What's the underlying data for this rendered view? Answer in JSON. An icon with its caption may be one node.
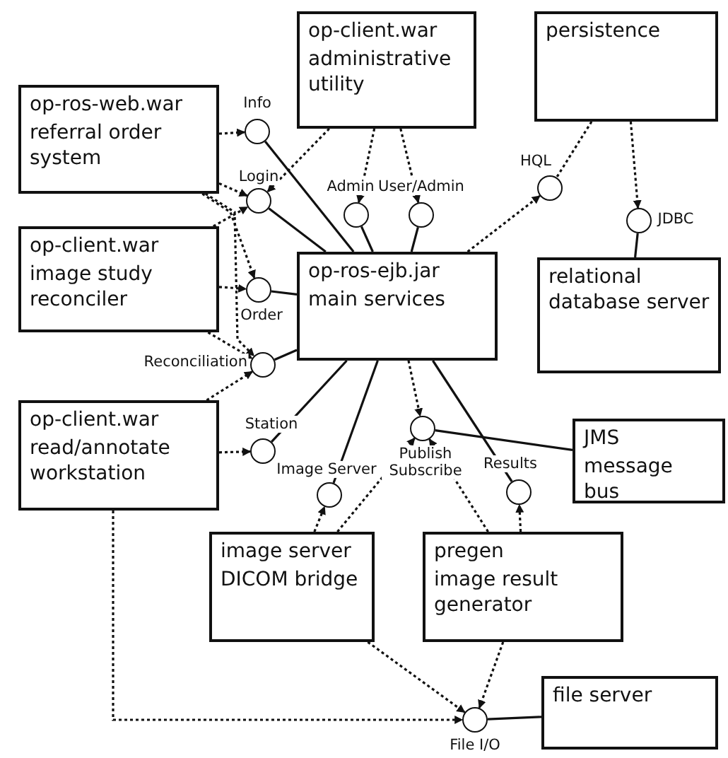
{
  "diagram": {
    "nodes": [
      {
        "text": [
          "op-ros-web.war",
          "referral order system"
        ]
      },
      {
        "text": [
          "op-client.war",
          "administrative utility"
        ]
      },
      {
        "text": [
          "persistence"
        ]
      },
      {
        "text": [
          "op-client.war",
          "image study reconciler"
        ]
      },
      {
        "text": [
          "op-ros-ejb.jar",
          "main services"
        ]
      },
      {
        "text": [
          "relational database server"
        ]
      },
      {
        "text": [
          "op-client.war",
          "read/annotate workstation"
        ]
      },
      {
        "text": [
          "JMS",
          "message bus"
        ]
      },
      {
        "text": [
          "image server",
          "DICOM bridge"
        ]
      },
      {
        "text": [
          "pregen",
          "image result generator"
        ]
      },
      {
        "text": [
          "file server"
        ]
      },
      {
        "text": [],
        "shape": "circle",
        "beside": [
          "Info"
        ]
      },
      {
        "text": [],
        "shape": "circle",
        "beside": [
          "Login"
        ]
      },
      {
        "text": [],
        "shape": "circle",
        "beside": [
          "Admin"
        ]
      },
      {
        "text": [],
        "shape": "circle",
        "beside": [
          "User/Admin"
        ]
      },
      {
        "text": [],
        "shape": "circle",
        "beside": [
          "HQL"
        ]
      },
      {
        "text": [],
        "shape": "circle",
        "beside": [
          "JDBC"
        ]
      },
      {
        "text": [],
        "shape": "circle",
        "beside": [
          "Order"
        ]
      },
      {
        "text": [],
        "shape": "circle",
        "beside": [
          "Reconciliation"
        ]
      },
      {
        "text": [],
        "shape": "circle",
        "beside": [
          "Station"
        ]
      },
      {
        "text": [],
        "shape": "circle",
        "beside": [
          "Image Server"
        ]
      },
      {
        "text": [],
        "shape": "circle",
        "beside": [
          "Publish Subscribe"
        ]
      },
      {
        "text": [],
        "shape": "circle",
        "beside": [
          "Results"
        ]
      },
      {
        "text": [],
        "shape": "circle",
        "beside": [
          "File I/O"
        ]
      }
    ],
    "edges": [
      {
        "from": 4,
        "to": 11,
        "arrow": "none"
      },
      {
        "from": 4,
        "to": 12,
        "arrow": "none"
      },
      {
        "from": 4,
        "to": 13,
        "arrow": "none"
      },
      {
        "from": 4,
        "to": 14,
        "arrow": "none"
      },
      {
        "from": 4,
        "to": 17,
        "arrow": "none"
      },
      {
        "from": 4,
        "to": 18,
        "arrow": "none"
      },
      {
        "from": 4,
        "to": 19,
        "arrow": "none"
      },
      {
        "from": 4,
        "to": 20,
        "arrow": "none"
      },
      {
        "from": 4,
        "to": 22,
        "arrow": "none"
      },
      {
        "from": 4,
        "to": 15,
        "arrow": "to",
        "style": "dashed"
      },
      {
        "from": 4,
        "to": 21,
        "arrow": "to",
        "style": "dashed"
      },
      {
        "from": 2,
        "to": 15,
        "arrow": "none",
        "style": "dashed"
      },
      {
        "from": 2,
        "to": 16,
        "arrow": "to",
        "style": "dashed"
      },
      {
        "from": 5,
        "to": 16,
        "arrow": "none"
      },
      {
        "from": 7,
        "to": 21,
        "arrow": "none"
      },
      {
        "from": 0,
        "to": 11,
        "arrow": "to",
        "style": "dashed"
      },
      {
        "from": 0,
        "to": 12,
        "arrow": "to",
        "style": "dashed"
      },
      {
        "from": 0,
        "to": 17,
        "arrow": "to",
        "style": "dashed"
      },
      {
        "from": 0,
        "to": 18,
        "arrow": "to",
        "style": "dashed"
      },
      {
        "from": 3,
        "to": 12,
        "arrow": "to",
        "style": "dashed"
      },
      {
        "from": 3,
        "to": 17,
        "arrow": "to",
        "style": "dashed"
      },
      {
        "from": 3,
        "to": 18,
        "arrow": "to",
        "style": "dashed"
      },
      {
        "from": 1,
        "to": 12,
        "arrow": "to",
        "style": "dashed"
      },
      {
        "from": 1,
        "to": 13,
        "arrow": "to",
        "style": "dashed"
      },
      {
        "from": 1,
        "to": 14,
        "arrow": "to",
        "style": "dashed"
      },
      {
        "from": 6,
        "to": 19,
        "arrow": "to",
        "style": "dashed"
      },
      {
        "from": 6,
        "to": 18,
        "arrow": "to",
        "style": "dashed"
      },
      {
        "from": 6,
        "to": 23,
        "arrow": "to",
        "style": "dashed"
      },
      {
        "from": 8,
        "to": 20,
        "arrow": "to",
        "style": "dashed"
      },
      {
        "from": 8,
        "to": 21,
        "arrow": "to",
        "style": "dashed"
      },
      {
        "from": 8,
        "to": 23,
        "arrow": "to",
        "style": "dashed"
      },
      {
        "from": 9,
        "to": 22,
        "arrow": "to",
        "style": "dashed"
      },
      {
        "from": 9,
        "to": 21,
        "arrow": "to",
        "style": "dashed"
      },
      {
        "from": 9,
        "to": 23,
        "arrow": "to",
        "style": "dashed"
      },
      {
        "from": 10,
        "to": 23,
        "arrow": "none"
      }
    ]
  }
}
